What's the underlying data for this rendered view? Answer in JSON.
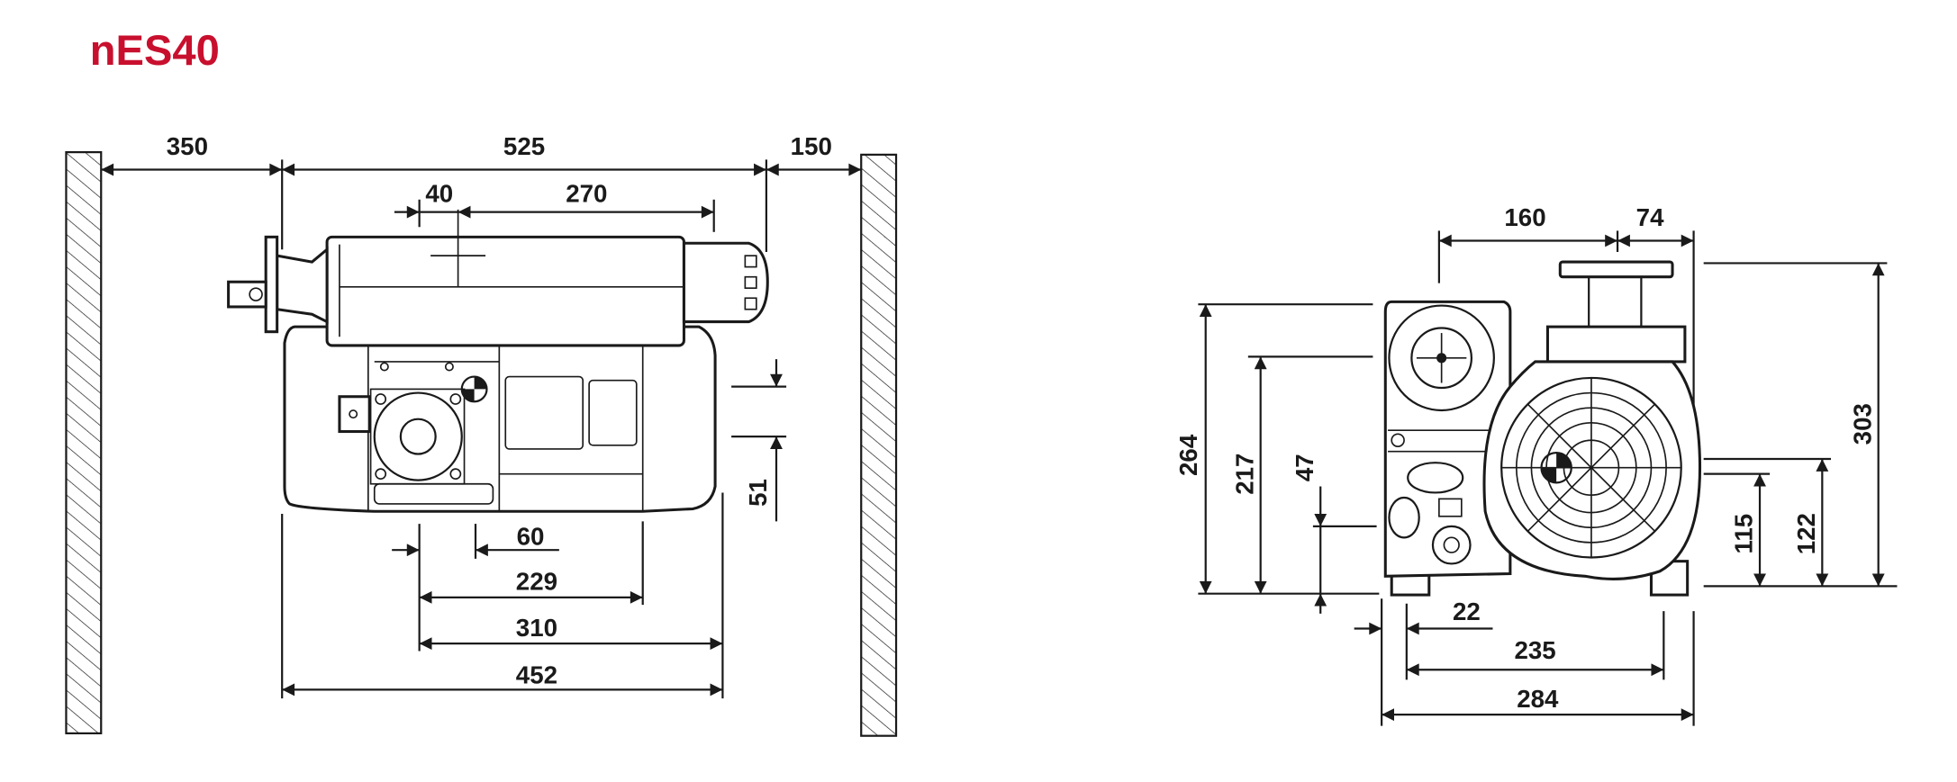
{
  "title": "nES40",
  "colors": {
    "title": "#c8102e",
    "line": "#1a1a1a"
  },
  "side_view": {
    "clearance_left": "350",
    "overall_length": "525",
    "clearance_right": "150",
    "dim_40": "40",
    "dim_270": "270",
    "dim_51": "51",
    "dim_60": "60",
    "dim_229": "229",
    "dim_310": "310",
    "dim_452": "452"
  },
  "front_view": {
    "dim_160": "160",
    "dim_74": "74",
    "height_303": "303",
    "height_264": "264",
    "height_217": "217",
    "height_47": "47",
    "height_115": "115",
    "height_122": "122",
    "dim_22": "22",
    "dim_235": "235",
    "width_284": "284"
  }
}
